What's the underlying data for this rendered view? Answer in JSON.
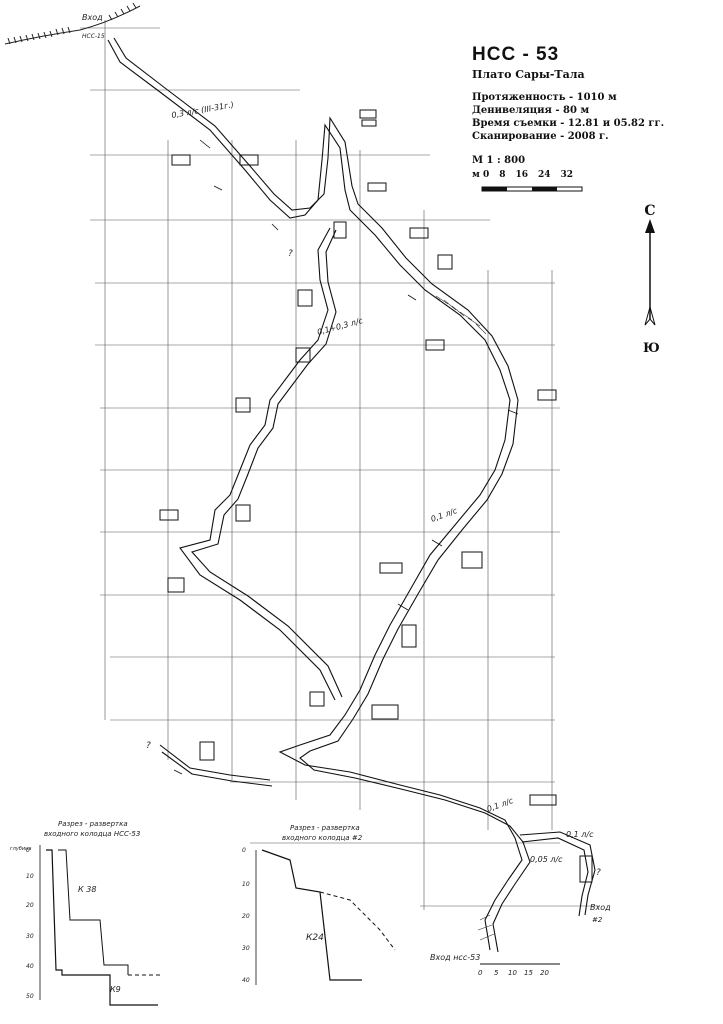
{
  "title": "НСС - 53",
  "subtitle": "Плато Сары-Тала",
  "rows": [
    "Протяженность - 1010 м",
    "Денивеляция     - 80 м",
    "Время съемки  - 12.81 и 05.82 гг.",
    "Сканирование   - 2008 г."
  ],
  "scale_label": "М   1 : 800",
  "scale_ticks": [
    "м 0",
    "8",
    "16",
    "24",
    "32"
  ],
  "north_label": "С",
  "south_label": "Ю",
  "labels": {
    "entrance_top": "Вход",
    "entrance_top_code": "НСС-15",
    "flow1": "0,3 л/с (III-31г.)",
    "flow2": "0,1÷0,3 л/с",
    "flow3": "0,1 л/с",
    "flow4": "0,1 л/с",
    "flow5": "0,1 л/с",
    "flow6": "0,05 л/с",
    "entrance_bottom": "Вход нсс-53",
    "entrance_right": "Вход",
    "entrance_right2": "#2",
    "q1": "?",
    "q2": "?",
    "q3": "?",
    "section1_title": "Разрез - развертка",
    "section1_sub": "входного колодца НСС-53",
    "section1_k1": "К 38",
    "section1_k2": "К9",
    "section2_title": "Разрез - развертка",
    "section2_sub": "входного колодца #2",
    "section2_k": "К24",
    "depth_unit": "глубина"
  },
  "section1_ticks": [
    "0",
    "10",
    "20",
    "30",
    "40",
    "50"
  ],
  "section2_ticks": [
    "0",
    "10",
    "20",
    "30",
    "40"
  ],
  "bottom_scale_ticks": [
    "0",
    "5",
    "10",
    "15",
    "20"
  ]
}
